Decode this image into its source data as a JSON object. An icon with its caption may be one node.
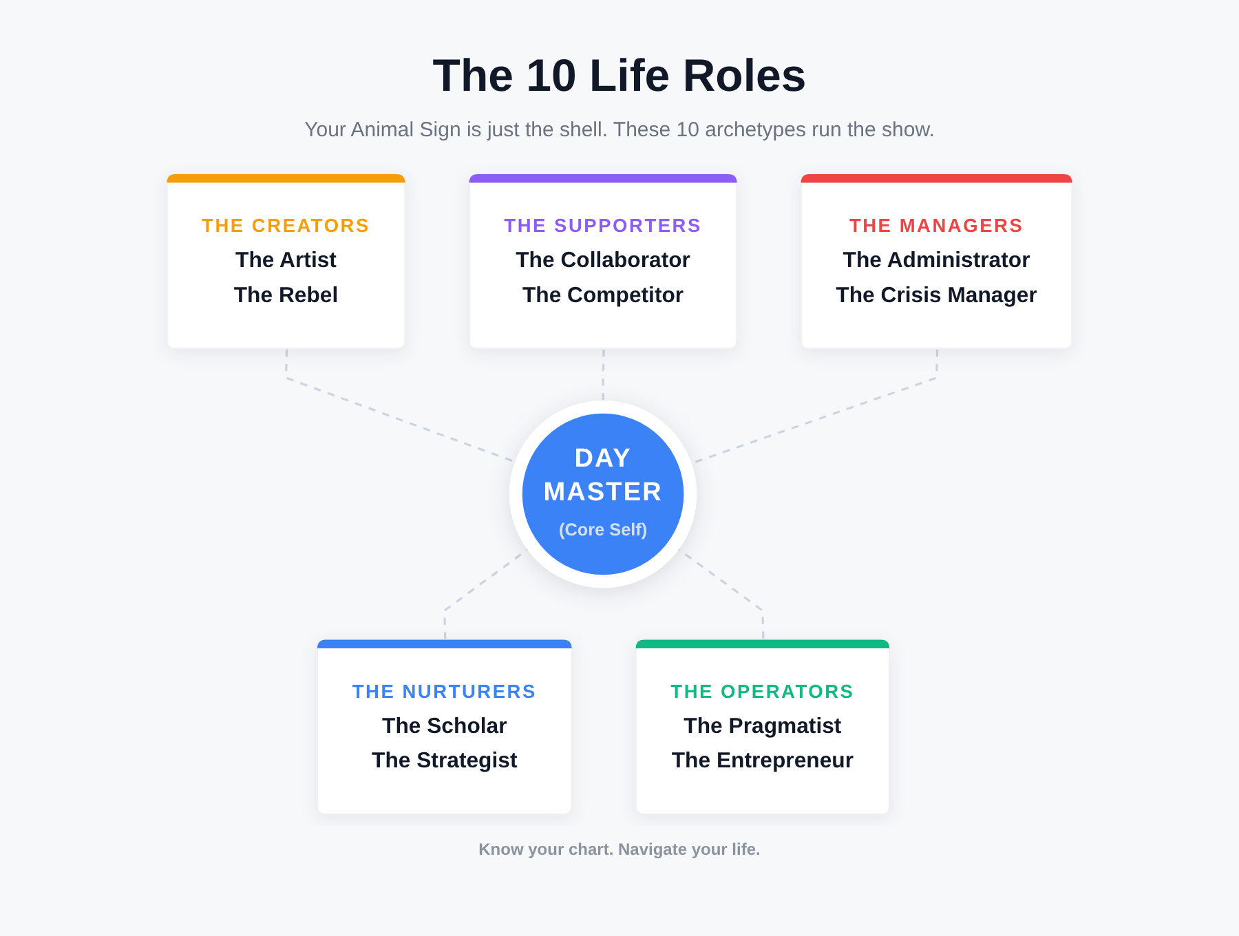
{
  "diagram": {
    "title": "The 10 Life Roles",
    "caption": "Know your chart. Navigate your life.",
    "nodes": [
      {
        "text": [
          "THE CREATORS",
          "The Artist",
          "The Rebel"
        ]
      },
      {
        "text": [
          "THE SUPPORTERS",
          "The Collaborator",
          "The Competitor"
        ]
      },
      {
        "text": [
          "THE MANAGERS",
          "The Administrator",
          "The Crisis Manager"
        ]
      },
      {
        "text": [
          "DAY MASTER",
          "(Core Self)"
        ]
      },
      {
        "text": [
          "THE NURTURERS",
          "The Scholar",
          "The Strategist"
        ]
      },
      {
        "text": [
          "THE OPERATORS",
          "The Pragmatist",
          "The Entrepreneur"
        ]
      }
    ],
    "edges": [
      {
        "from": 0,
        "to": 3,
        "arrow": "none",
        "style": "dashed"
      },
      {
        "from": 1,
        "to": 3,
        "arrow": "none",
        "style": "dashed"
      },
      {
        "from": 2,
        "to": 3,
        "arrow": "none",
        "style": "dashed"
      },
      {
        "from": 3,
        "to": 4,
        "arrow": "none",
        "style": "dashed"
      },
      {
        "from": 3,
        "to": 5,
        "arrow": "none",
        "style": "dashed"
      }
    ],
    "labels": [
      "Your Animal Sign is just the shell. These 10 archetypes run the show."
    ]
  }
}
